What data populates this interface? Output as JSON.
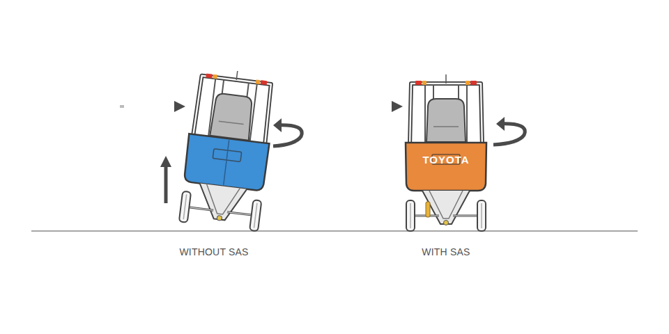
{
  "diagram": {
    "labels": [
      "WITHOUT SAS",
      "WITH SAS",
      "TOYOTA"
    ]
  }
}
